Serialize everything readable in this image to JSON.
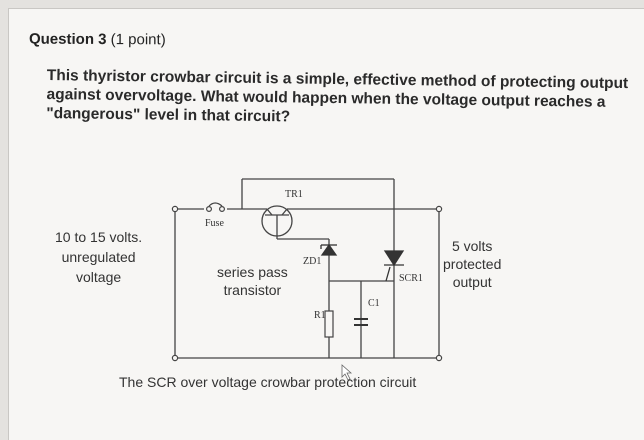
{
  "question": {
    "number_label": "Question 3",
    "points_label": "(1 point)",
    "text_lines": [
      "This thyristor crowbar circuit is a simple, effective method of protecting output",
      "against overvoltage. What would happen when the voltage output reaches a",
      "\"dangerous\" level in that circuit?"
    ]
  },
  "circuit": {
    "input_label_lines": [
      "10 to 15 volts.",
      "unregulated",
      "voltage"
    ],
    "output_label_lines": [
      "5 volts",
      "protected",
      "output"
    ],
    "transistor_label_lines": [
      "series pass",
      "transistor"
    ],
    "component_labels": {
      "tr1": "TR1",
      "fuse": "Fuse",
      "zd1": "ZD1",
      "scr1": "SCR1",
      "r1": "R1",
      "c1": "C1"
    },
    "caption": "The SCR over voltage crowbar protection circuit"
  }
}
